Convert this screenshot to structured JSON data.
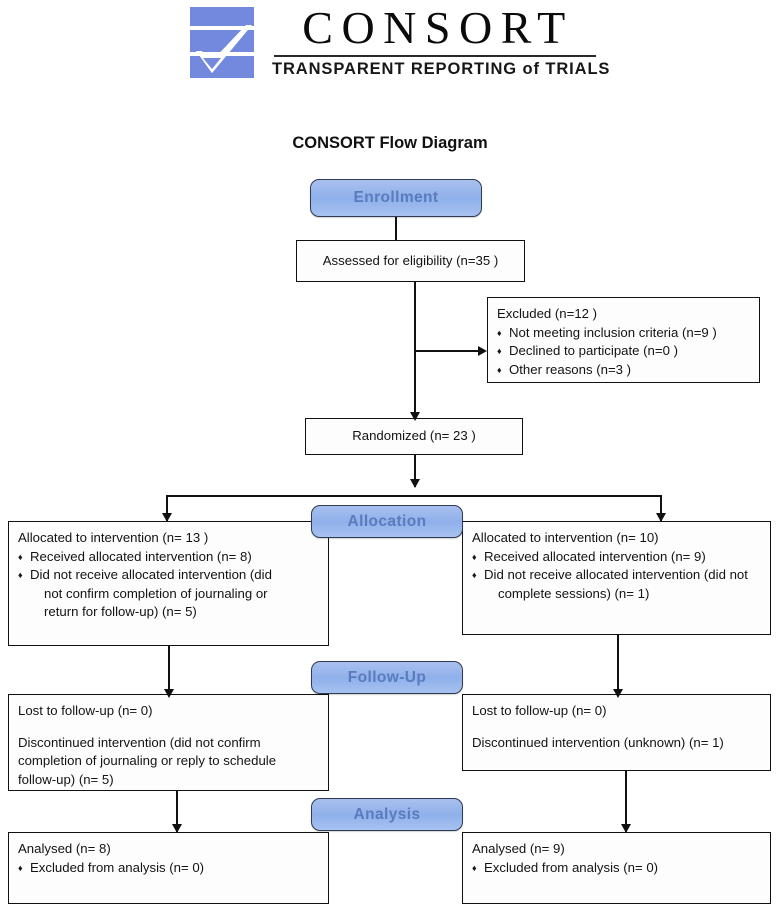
{
  "logo": {
    "mark_name": "consort-logo-mark",
    "wordmark_top": "CONSORT",
    "wordmark_bottom": "TRANSPARENT REPORTING of TRIALS",
    "mark_color": "#7289de",
    "text_color": "#0b0b0b"
  },
  "title": "CONSORT Flow Diagram",
  "stages": {
    "enrollment": "Enrollment",
    "allocation": "Allocation",
    "followup": "Follow-Up",
    "analysis": "Analysis"
  },
  "colors": {
    "stage_fill": "#8fb0ea",
    "stage_text": "#5a7bbd",
    "stage_border": "#2f3b52",
    "box_border": "#111111",
    "box_fill": "#fdfdfd"
  },
  "nodes": {
    "assessed": {
      "text": "Assessed for eligibility (n=35 )"
    },
    "excluded": {
      "head": "Excluded  (n=12   )",
      "bullets": [
        "Not meeting inclusion criteria (n=9 )",
        "Declined to participate (n=0  )",
        "Other reasons (n=3 )"
      ]
    },
    "randomized": {
      "text": "Randomized (n= 23 )"
    },
    "allocation_left": {
      "head": "Allocated to intervention (n= 13 )",
      "bullets": [
        {
          "main": "Received allocated intervention (n= 8)",
          "cont": []
        },
        {
          "main": "Did not receive allocated intervention (did",
          "cont": [
            "not confirm completion of journaling or",
            "return for follow-up) (n= 5)"
          ]
        }
      ]
    },
    "allocation_right": {
      "head": "Allocated to intervention (n= 10)",
      "bullets": [
        {
          "main": "Received allocated intervention (n= 9)",
          "cont": []
        },
        {
          "main": "Did not receive allocated intervention (did not",
          "cont": [
            "complete sessions) (n=  1)"
          ]
        }
      ]
    },
    "followup_left": {
      "line1": "Lost to follow-up (n=  0)",
      "line2a": "Discontinued intervention (did not confirm",
      "line2b": "completion of journaling or reply to schedule",
      "line2c": "follow-up) (n=  5)"
    },
    "followup_right": {
      "line1": "Lost to follow-up (n=  0)",
      "line2a": "Discontinued intervention (unknown) (n=  1)"
    },
    "analysis_left": {
      "head": "Analysed  (n= 8)",
      "bullets": [
        "Excluded from analysis (n=  0)"
      ]
    },
    "analysis_right": {
      "head": "Analysed  (n= 9)",
      "bullets": [
        "Excluded from analysis (n=  0)"
      ]
    }
  }
}
